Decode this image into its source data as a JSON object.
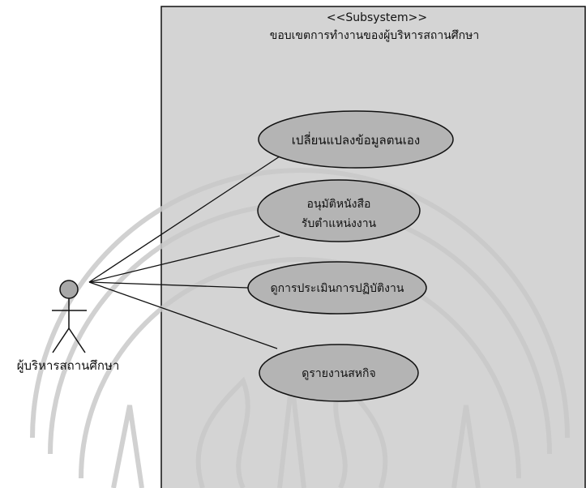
{
  "subsystem": {
    "stereotype": "<<Subsystem>>",
    "name": "ขอบเขตการทำงานของผู้บริหารสถานศึกษา"
  },
  "actor": {
    "name": "ผู้บริหารสถานศึกษา"
  },
  "use_cases": [
    {
      "lines": [
        "เปลี่ยนแปลงข้อมูลตนเอง"
      ]
    },
    {
      "lines": [
        "อนุมัติหนังสือ",
        "รับตำแหน่งงาน"
      ]
    },
    {
      "lines": [
        "ดูการประเมินการปฏิบัติงาน"
      ]
    },
    {
      "lines": [
        "ดูรายงานสหกิจ"
      ]
    }
  ],
  "colors": {
    "boundary_fill": "#d4d4d4",
    "usecase_fill": "#b4b4b4",
    "actor_head_fill": "#a8a8a8",
    "line": "#111111",
    "watermark": "#c9c9c9"
  }
}
